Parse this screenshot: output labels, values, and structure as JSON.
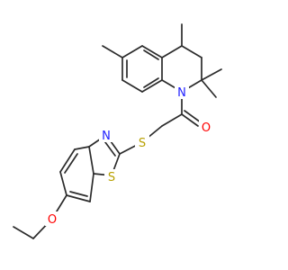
{
  "colors": {
    "background": "#ffffff",
    "bond": "#2b2b2b",
    "nitrogen": "#2020ff",
    "oxygen": "#ff0000",
    "sulfur": "#b8a000"
  },
  "atoms": {
    "n_quinoline": "N",
    "o_carbonyl": "O",
    "s_thioether": "S",
    "n_thiazole": "N",
    "s_thiazole": "S",
    "o_ether": "O"
  }
}
